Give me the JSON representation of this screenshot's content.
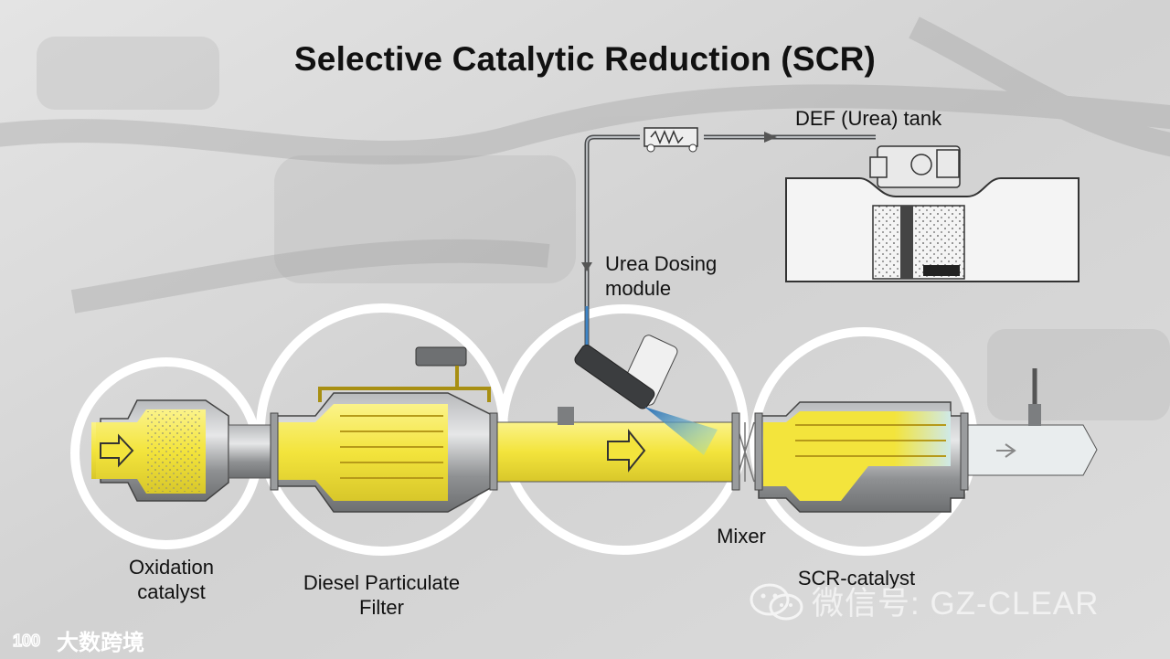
{
  "title": "Selective Catalytic Reduction (SCR)",
  "labels": {
    "def_tank": "DEF (Urea) tank",
    "dosing_line1": "Urea Dosing",
    "dosing_line2": "module",
    "oxidation_line1": "Oxidation",
    "oxidation_line2": "catalyst",
    "dpf_line1": "Diesel Particulate",
    "dpf_line2": "Filter",
    "mixer": "Mixer",
    "scr": "SCR-catalyst"
  },
  "watermark": {
    "wechat_text": "微信号: GZ-CLEAR",
    "logo_text": "大数跨境",
    "logo_mark": "100"
  },
  "colors": {
    "exhaust_yellow": "#f3e64a",
    "metal_grey": "#8a8c8e",
    "highlight_ring": "#ffffff",
    "urea_blue": "#3f86c8"
  }
}
